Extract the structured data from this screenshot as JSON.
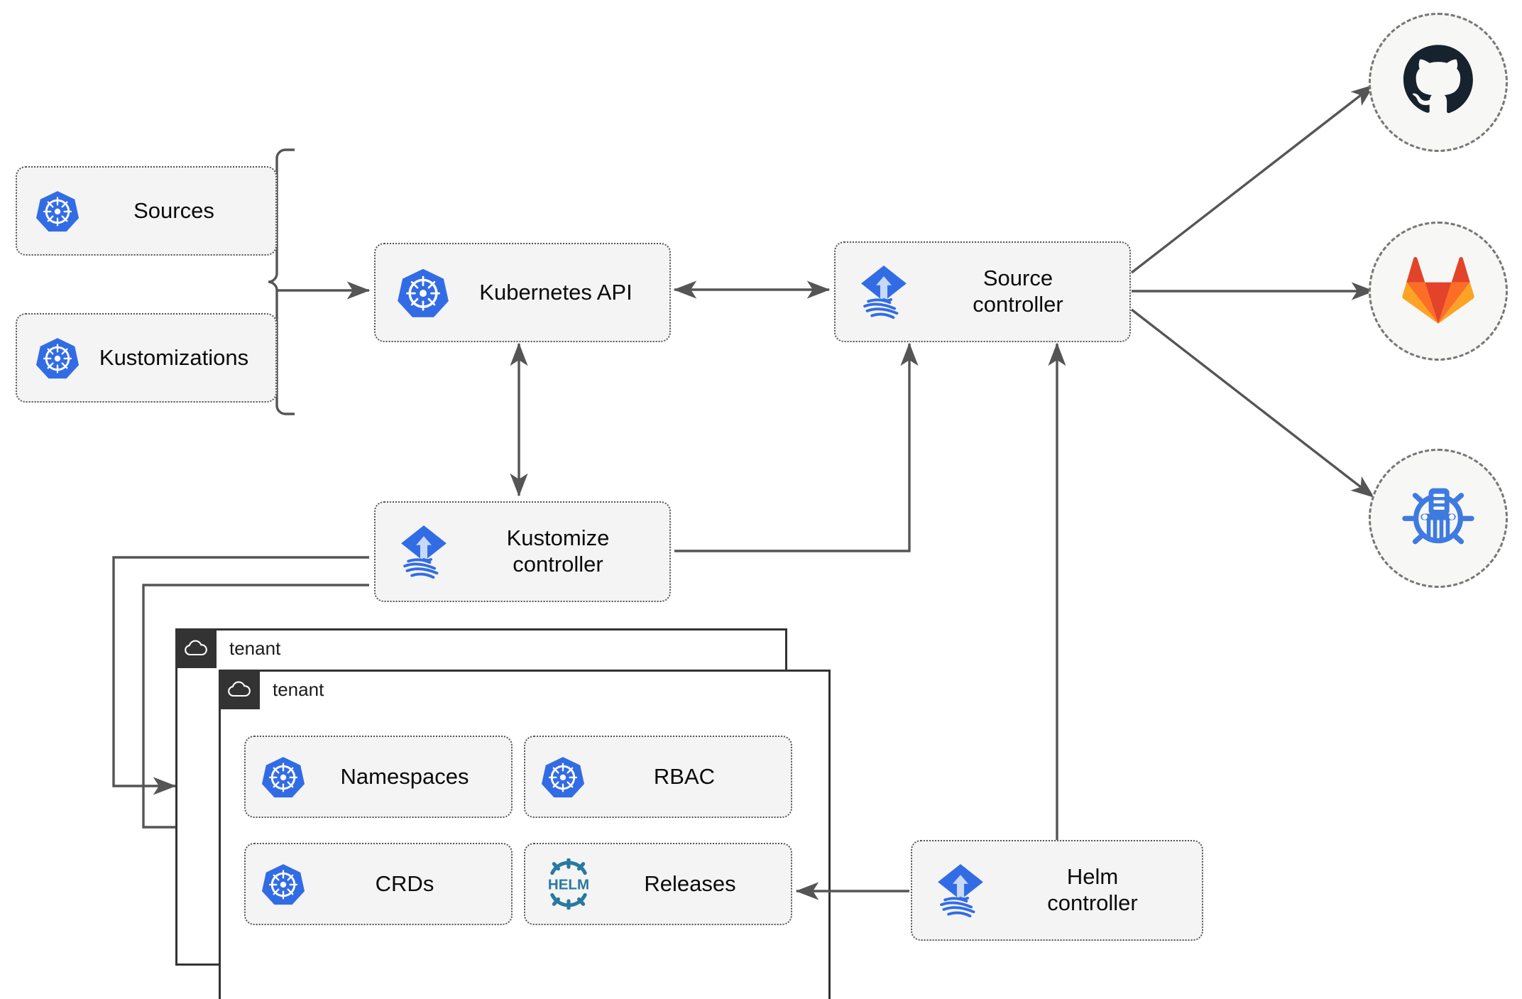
{
  "diagram": {
    "title": "Flux GitOps toolkit architecture",
    "colors": {
      "kubernetes_blue": "#326ce5",
      "flux_blue": "#326ce5",
      "helm_teal": "#277a9f",
      "github_dark": "#16232e",
      "gitlab_orange": "#e24329",
      "gitlab_amber": "#fca326",
      "tenant_header": "#333333",
      "node_fill": "#f4f4f4",
      "node_border": "#555555",
      "arrow": "#555555",
      "circle_fill": "#f7f7f5",
      "circle_border": "#777777"
    }
  },
  "resources": [
    {
      "id": "sources",
      "label": "Sources",
      "icon": "kubernetes-icon"
    },
    {
      "id": "kustomizations",
      "label": "Kustomizations",
      "icon": "kubernetes-icon"
    }
  ],
  "nodes": {
    "kubernetes_api": {
      "label": "Kubernetes API",
      "icon": "kubernetes-icon"
    },
    "source_controller": {
      "label": "Source\ncontroller",
      "icon": "flux-icon"
    },
    "kustomize_controller": {
      "label": "Kustomize\ncontroller",
      "icon": "flux-icon"
    },
    "helm_controller": {
      "label": "Helm\ncontroller",
      "icon": "flux-icon"
    }
  },
  "providers": [
    {
      "id": "github",
      "icon": "github-icon",
      "name": "GitHub"
    },
    {
      "id": "gitlab",
      "icon": "gitlab-icon",
      "name": "GitLab"
    },
    {
      "id": "helm-repository",
      "icon": "helm-chart-repository-icon",
      "name": "Helm repository"
    }
  ],
  "tenants": [
    {
      "id": "tenant-back",
      "label": "tenant",
      "icon": "cloud-icon"
    },
    {
      "id": "tenant-front",
      "label": "tenant",
      "icon": "cloud-icon"
    }
  ],
  "tenant_resources": [
    {
      "id": "namespaces",
      "label": "Namespaces",
      "icon": "kubernetes-icon"
    },
    {
      "id": "rbac",
      "label": "RBAC",
      "icon": "kubernetes-icon"
    },
    {
      "id": "crds",
      "label": "CRDs",
      "icon": "kubernetes-icon"
    },
    {
      "id": "releases",
      "label": "Releases",
      "icon": "helm-icon"
    }
  ],
  "connections": [
    {
      "from": "sources+kustomizations",
      "to": "kubernetes_api",
      "style": "brace-arrow"
    },
    {
      "from": "kubernetes_api",
      "to": "source_controller",
      "style": "bidirectional"
    },
    {
      "from": "kubernetes_api",
      "to": "kustomize_controller",
      "style": "bidirectional"
    },
    {
      "from": "kustomize_controller",
      "to": "source_controller",
      "style": "arrow"
    },
    {
      "from": "helm_controller",
      "to": "source_controller",
      "style": "arrow"
    },
    {
      "from": "source_controller",
      "to": "github",
      "style": "arrow"
    },
    {
      "from": "source_controller",
      "to": "gitlab",
      "style": "arrow"
    },
    {
      "from": "source_controller",
      "to": "helm-repository",
      "style": "arrow"
    },
    {
      "from": "kustomize_controller",
      "to": "tenant-back",
      "style": "arrow"
    },
    {
      "from": "kustomize_controller",
      "to": "tenant-front",
      "style": "arrow"
    },
    {
      "from": "helm_controller",
      "to": "releases",
      "style": "arrow"
    }
  ]
}
